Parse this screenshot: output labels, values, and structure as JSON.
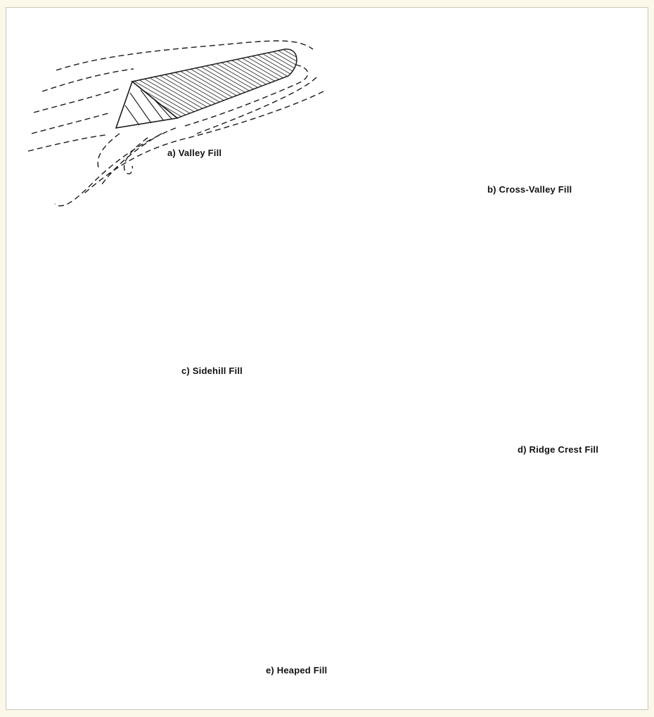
{
  "figure": {
    "captions": {
      "a": "a) Valley Fill",
      "b": "b) Cross-Valley Fill",
      "c": "c) Sidehill Fill",
      "d": "d) Ridge Crest Fill",
      "e": "e) Heaped Fill"
    }
  },
  "colors": {
    "background": "#fbf8ea",
    "panel": "#ffffff",
    "ink": "#1a1a1a"
  }
}
